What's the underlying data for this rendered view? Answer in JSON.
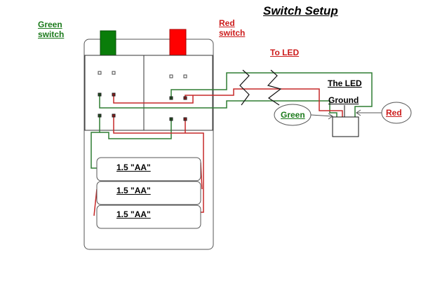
{
  "title": "Switch Setup",
  "labels": {
    "green_switch": [
      "Green",
      "switch"
    ],
    "red_switch": [
      "Red",
      "switch"
    ],
    "to_led": "To LED",
    "the_led": "The LED",
    "ground": "Ground",
    "green_lead": "Green",
    "red_lead": "Red"
  },
  "batteries": [
    {
      "label": "1.5 \"AA\""
    },
    {
      "label": "1.5 \"AA\""
    },
    {
      "label": "1.5 \"AA\""
    }
  ],
  "colors": {
    "green_wire": "#2e7d32",
    "red_wire": "#c62828",
    "green_switch": "#0a7d0a",
    "red_switch": "#ff0000",
    "outline": "#333333"
  }
}
